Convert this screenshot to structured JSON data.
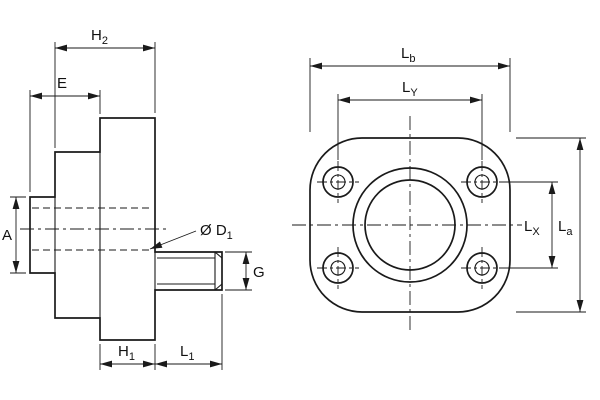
{
  "drawing": {
    "background": "#ffffff",
    "ink": "#1a1a1a",
    "side_view": {
      "dims": {
        "h2": {
          "main": "H",
          "sub": "2"
        },
        "e": {
          "main": "E",
          "sub": ""
        },
        "a": {
          "main": "A",
          "sub": ""
        },
        "d1": {
          "main": "Ø D",
          "sub": "1"
        },
        "g": {
          "main": "G",
          "sub": ""
        },
        "h1": {
          "main": "H",
          "sub": "1"
        },
        "l1": {
          "main": "L",
          "sub": "1"
        }
      }
    },
    "front_view": {
      "dims": {
        "lb": {
          "main": "L",
          "sub": "b"
        },
        "ly": {
          "main": "L",
          "sub": "Y"
        },
        "lx": {
          "main": "L",
          "sub": "X"
        },
        "la": {
          "main": "L",
          "sub": "a"
        }
      }
    }
  }
}
